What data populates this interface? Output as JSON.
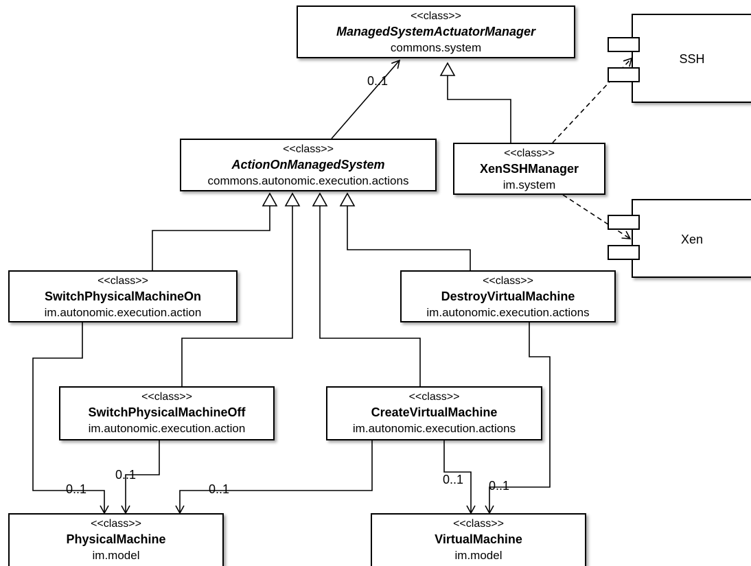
{
  "classes": {
    "managed_manager": {
      "stereotype": "<<class>>",
      "name": "ManagedSystemActuatorManager",
      "package": "commons.system"
    },
    "action_on_managed": {
      "stereotype": "<<class>>",
      "name": "ActionOnManagedSystem",
      "package": "commons.autonomic.execution.actions"
    },
    "xen_ssh_manager": {
      "stereotype": "<<class>>",
      "name": "XenSSHManager",
      "package": "im.system"
    },
    "switch_on": {
      "stereotype": "<<class>>",
      "name": "SwitchPhysicalMachineOn",
      "package": "im.autonomic.execution.action"
    },
    "destroy_vm": {
      "stereotype": "<<class>>",
      "name": "DestroyVirtualMachine",
      "package": "im.autonomic.execution.actions"
    },
    "switch_off": {
      "stereotype": "<<class>>",
      "name": "SwitchPhysicalMachineOff",
      "package": "im.autonomic.execution.action"
    },
    "create_vm": {
      "stereotype": "<<class>>",
      "name": "CreateVirtualMachine",
      "package": "im.autonomic.execution.actions"
    },
    "physical_machine": {
      "stereotype": "<<class>>",
      "name": "PhysicalMachine",
      "package": "im.model"
    },
    "virtual_machine": {
      "stereotype": "<<class>>",
      "name": "VirtualMachine",
      "package": "im.model"
    }
  },
  "components": {
    "ssh": "SSH",
    "xen": "Xen"
  },
  "multiplicities": {
    "action_to_manager": "0..1",
    "switch_on_to_pm": "0..1",
    "switch_off_to_pm": "0..1",
    "create_to_pm": "0..1",
    "create_to_vm": "0..1",
    "destroy_to_vm": "0..1"
  }
}
